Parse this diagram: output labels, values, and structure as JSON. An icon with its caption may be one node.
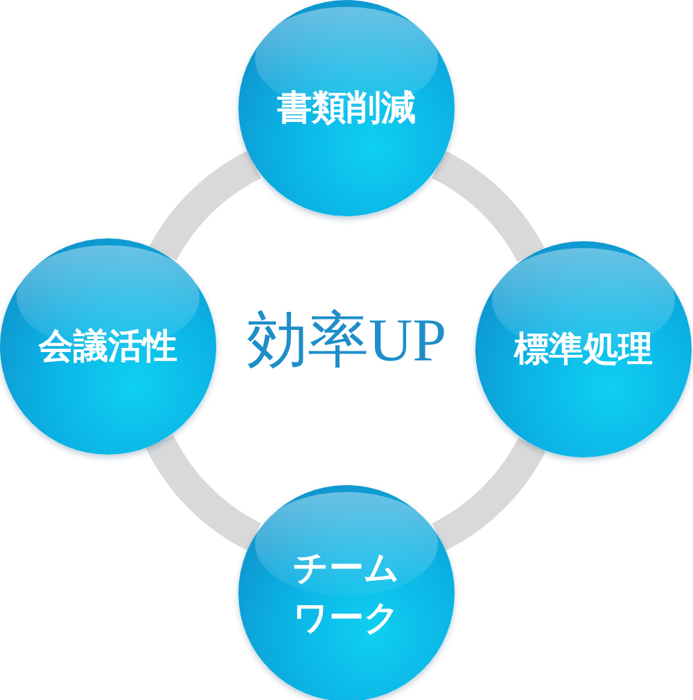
{
  "diagram": {
    "nodes": [
      {
        "text": [
          "書類削減"
        ]
      },
      {
        "text": [
          "会議活性"
        ]
      },
      {
        "text": [
          "標準処理"
        ]
      },
      {
        "text": [
          "チームワーク"
        ]
      }
    ],
    "edges": [
      {
        "from": 0,
        "to": 2,
        "arrow": "none"
      },
      {
        "from": 2,
        "to": 3,
        "arrow": "none"
      },
      {
        "from": 3,
        "to": 1,
        "arrow": "none"
      },
      {
        "from": 1,
        "to": 0,
        "arrow": "none"
      }
    ],
    "labels": [
      "効率UP"
    ]
  }
}
